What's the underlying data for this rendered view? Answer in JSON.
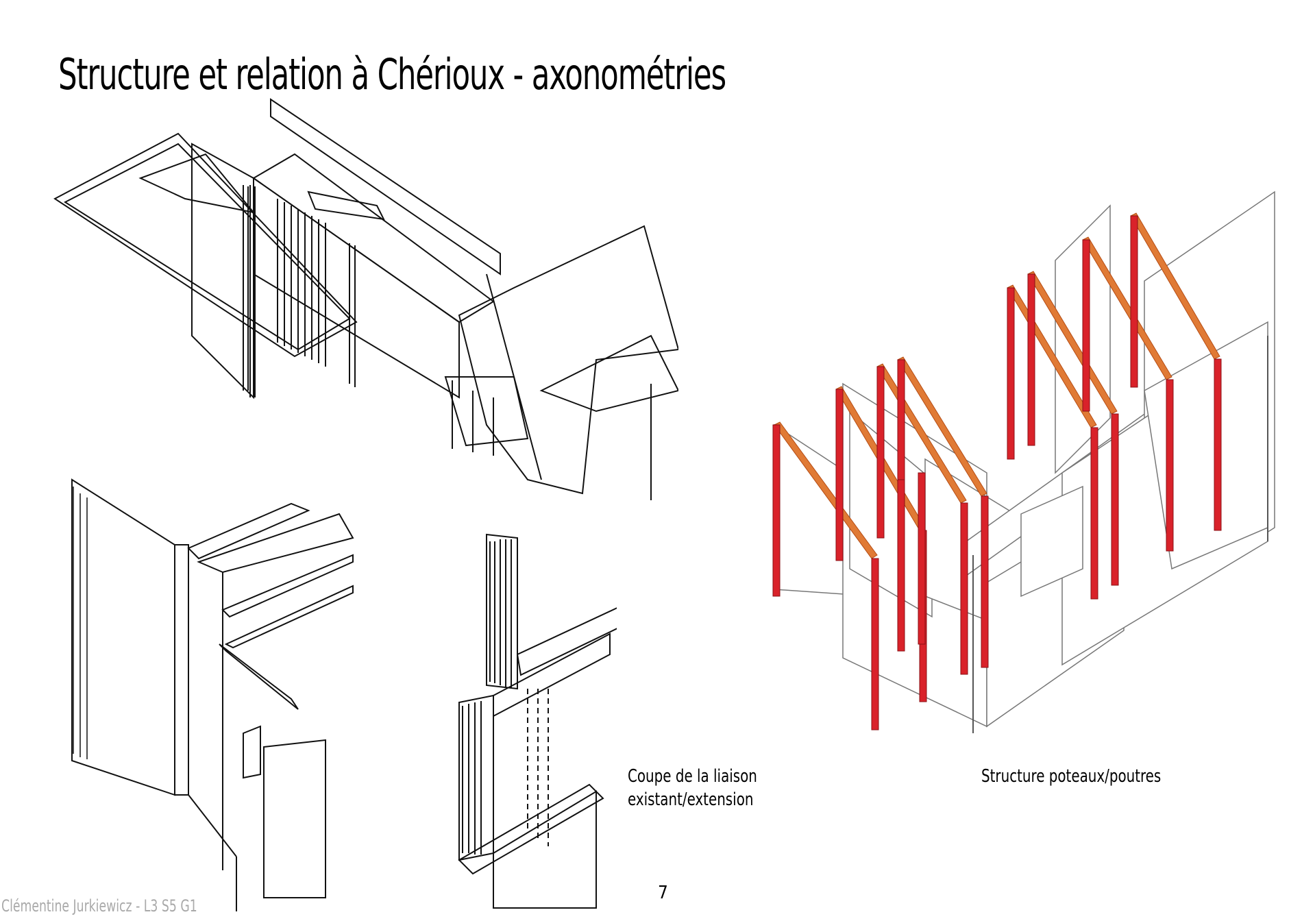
{
  "slide": {
    "title": "Structure et relation à Chérioux - axonométries",
    "caption_section": [
      "Coupe de la liaison",
      "existant/extension"
    ],
    "caption_structure": "Structure poteaux/poutres",
    "page_number": "7",
    "footer": "Clémentine Jurkiewicz - L3 S5 G1"
  },
  "colors": {
    "post": "#d9222a",
    "beam": "#e07a35",
    "ink": "#111111"
  }
}
